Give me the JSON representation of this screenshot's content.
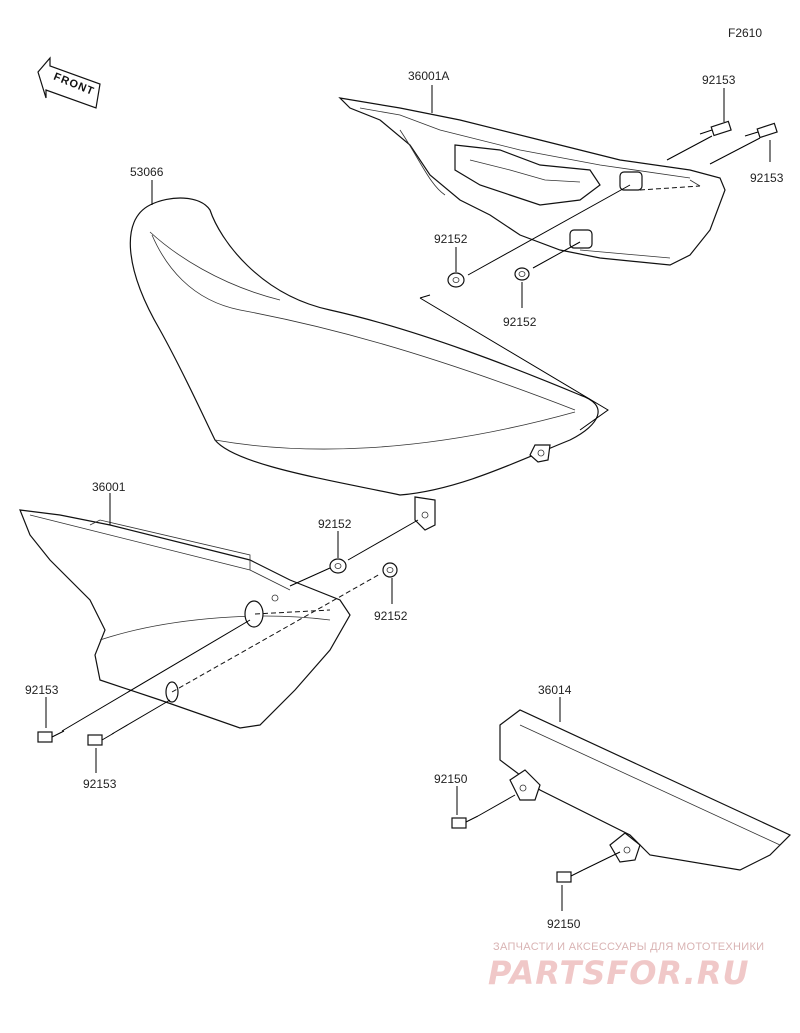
{
  "diagram_code": "F2610",
  "front_label": "FRONT",
  "parts": {
    "seat": "53066",
    "side_cover_right": "36001A",
    "side_cover_left": "36001",
    "chain_guard": "36014",
    "bolt_tr_1": "92153",
    "bolt_tr_2": "92153",
    "damper_top_1": "92152",
    "damper_top_2": "92152",
    "damper_mid_1": "92152",
    "damper_mid_2": "92152",
    "bolt_left_1": "92153",
    "bolt_left_2": "92153",
    "bolt_guard_1": "92150",
    "bolt_guard_2": "92150"
  },
  "watermark": {
    "tagline": "ЗАПЧАСТИ И АКСЕССУАРЫ ДЛЯ МОТОТЕХНИКИ",
    "brand": "PARTSFOR.RU"
  }
}
